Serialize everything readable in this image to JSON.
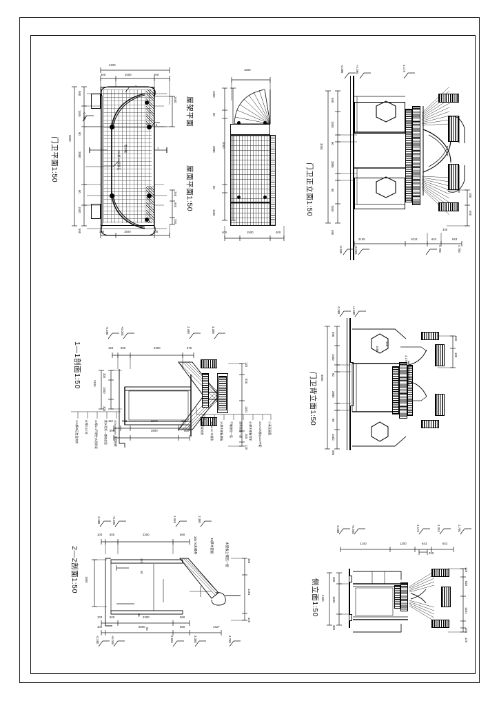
{
  "sheet": {
    "kind": "architectural-cad-drawing",
    "background": "#ffffff",
    "line_color": "#111111"
  },
  "drawings": [
    {
      "id": "gate-plan",
      "title": "门卫平面1:50",
      "type": "plan",
      "dims_top": [
        "2100",
        "300",
        "1500",
        "300"
      ],
      "dims_bottom": [
        "300",
        "1500",
        "300",
        "400"
      ],
      "dims_left": [
        "590",
        "1500",
        "90",
        "2880",
        "3060",
        "90",
        "1500",
        "590"
      ],
      "dims_right": [
        "1500",
        "250",
        "660",
        "250"
      ],
      "labels": [
        "1",
        "1",
        "2",
        "2",
        "150厚300宽条石",
        "散水坡"
      ],
      "elev_marks": [
        "-0.380"
      ]
    },
    {
      "id": "roof-truss-plan",
      "title_a": "屋架平面",
      "title_b": "屋面平面1:50",
      "type": "plan",
      "dims_top": [
        "1500"
      ],
      "dims_left": [
        "1500",
        "90",
        "2880",
        "90",
        "1500"
      ],
      "dims_right": [
        "3060",
        "900"
      ],
      "dims_bottom": [
        "400",
        "1500",
        "400"
      ]
    },
    {
      "id": "front-elevation",
      "title": "门卫正立面1:50",
      "type": "elevation",
      "dims_left": [
        "590",
        "1500",
        "90",
        "2880",
        "3060",
        "90",
        "1500",
        "590"
      ],
      "dims_right": [
        "180",
        "650"
      ],
      "dims_bottom": [
        "2105",
        "1014",
        "643",
        "330",
        "643"
      ],
      "elev_marks": [
        "-0.380",
        "+0.000",
        "+4.080",
        "2.980",
        "3.175",
        "4.780"
      ]
    },
    {
      "id": "section-1-1",
      "title": "1—1剖面1:50",
      "type": "section",
      "dims_top": [
        "150",
        "500",
        "2300",
        "575"
      ],
      "dims_left": [
        "2100",
        "300",
        "1500",
        "300"
      ],
      "dims_right": [
        "125",
        "820",
        "1181",
        "205",
        "125"
      ],
      "dims_bottom": [
        "110",
        "500",
        "2870",
        "175",
        "500",
        "60",
        "2800",
        "560"
      ],
      "elev_marks": [
        "-0.380",
        "+0.000",
        "2.480",
        "3.380"
      ],
      "notes_left": [
        "100厚碎石垫层夯实",
        "80厚C15 砼",
        "30厚1:4干硬性水泥砂浆",
        "素水泥浆一道结合层",
        "300x300x40 防滑地砖"
      ],
      "notes_right": [
        "小青瓦屋面",
        "30x70木椽@200中距",
        "40厚木望板钉牢",
        "油膏嵌缝一道",
        "干铺油毡一层",
        "25厚木望板望板",
        "120x120 木檩条",
        "木屋架支座"
      ]
    },
    {
      "id": "rear-elevation",
      "title": "门卫背立面1:50",
      "type": "elevation",
      "dims_left": [
        "590",
        "1500",
        "90",
        "2880",
        "3060",
        "90",
        "1500",
        "590"
      ],
      "dims_right": [
        "650",
        "180"
      ],
      "inner_dims": [
        "650",
        "1080"
      ],
      "elev_marks": [
        "-0.380",
        "+0.000",
        "+4.080",
        "3.175"
      ]
    },
    {
      "id": "section-2-2",
      "title": "2—2剖面1:50",
      "type": "section",
      "dims_top": [
        "100",
        "500",
        "2300",
        "560"
      ],
      "dims_left": [
        "1900"
      ],
      "dims_inner": [
        "240",
        "60",
        "35",
        "60"
      ],
      "dims_right": [
        "400",
        "1181",
        "125"
      ],
      "dims_bottom": [
        "100",
        "500",
        "2300",
        "560",
        "100",
        "2800",
        "560",
        "1427"
      ],
      "elev_marks": [
        "-0.380",
        "+0.000",
        "2.060",
        "3.380",
        "2.060",
        "3.380",
        "4.780"
      ],
      "notes": [
        "30x70木椽条",
        "40厚木望板",
        "木望板上铺瓦一层"
      ]
    },
    {
      "id": "side-elevation",
      "title": "侧立面1:50",
      "type": "elevation",
      "dims_top": [
        "2140",
        "1200",
        "643",
        "330",
        "643"
      ],
      "dims_left": [
        "300",
        "1500",
        "2100",
        "300"
      ],
      "dims_right": [
        "125",
        "820",
        "1181",
        "205",
        "125"
      ],
      "elev_marks": [
        "-0.380",
        "+0.000",
        "3.175",
        "3.202",
        "4.780"
      ]
    }
  ]
}
